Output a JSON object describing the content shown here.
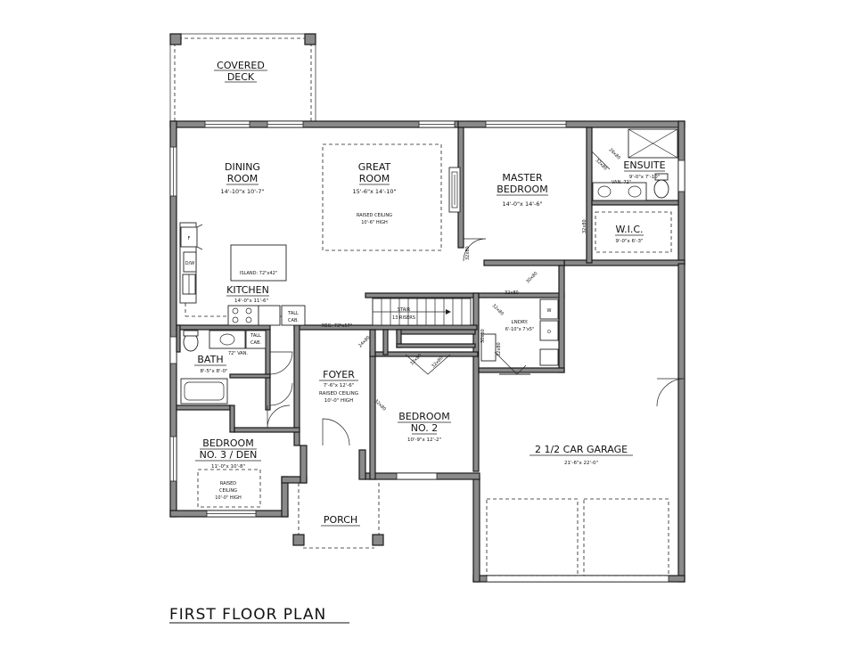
{
  "plan_title": "FIRST FLOOR PLAN",
  "rooms": {
    "covered_deck": {
      "line1": "COVERED",
      "line2": "DECK"
    },
    "dining_room": {
      "line1": "DINING",
      "line2": "ROOM",
      "dims": "14'-10\"x 10'-7\""
    },
    "great_room": {
      "line1": "GREAT",
      "line2": "ROOM",
      "dims": "15'-6\"x 14'-10\"",
      "note1": "RAISED CEILING",
      "note2": "10'-6\" HIGH"
    },
    "master_bedroom": {
      "line1": "MASTER",
      "line2": "BEDROOM",
      "dims": "14'-0\"x 14'-6\""
    },
    "ensuite": {
      "name": "ENSUITE",
      "dims": "9'-0\"x 7'-10\"",
      "vanity": "VAN. 72\""
    },
    "wic": {
      "name": "W.I.C.",
      "dims": "9'-0\"x 6'-3\""
    },
    "kitchen": {
      "name": "KITCHEN",
      "dims": "14'-0\"x 11'-6\"",
      "island": "ISLAND: 72\"x42\"",
      "tall_cab": "TALL",
      "tall_cab2": "CAB.",
      "fridge": "F",
      "dw": "D/W"
    },
    "ref": "REG: 73\"x57\"",
    "stair": {
      "line1": "STAIR",
      "line2": "13 RISERS"
    },
    "laundry": {
      "line1": "LNDRY.",
      "line2": "6'-10\"x 7'x5\"",
      "washer": "W",
      "dryer": "D"
    },
    "bath": {
      "name": "BATH",
      "dims": "8'-5\"x 8'-0\"",
      "vanity": "72\" VAN.",
      "tall_cab": "TALL",
      "tall_cab2": "CAB."
    },
    "foyer": {
      "name": "FOYER",
      "dims": "7'-6\"x 12'-6\"",
      "note1": "RAISED CEILING",
      "note2": "10'-0\" HIGH"
    },
    "bedroom2": {
      "line1": "BEDROOM",
      "line2": "NO. 2",
      "dims": "10'-9\"x 12'-2\""
    },
    "bedroom3": {
      "line1": "BEDROOM",
      "line2": "NO. 3 / DEN",
      "dims": "11'-0\"x 10'-8\"",
      "note1": "RAISED",
      "note2": "CEILING",
      "note3": "10'-0\" HIGH"
    },
    "garage": {
      "name": "2 1/2 CAR GARAGE",
      "dims": "21'-6\"x 22'-0\""
    },
    "porch": {
      "name": "PORCH"
    }
  },
  "door_sizes": {
    "d_ensuite_top": "28x80",
    "d_ensuite_side": "32x80",
    "d_wic": "32x80",
    "d_master": "32x80",
    "d_laundry_top": "32x80",
    "d_laundry_slant": "30x80",
    "d_laundry_corner": "32x80",
    "d_foyer_closet": "24x80",
    "d_bed2_closet_a": "32x80",
    "d_bed2_closet_b": "32x80",
    "d_bed2": "32x80",
    "d_laundry_side": "30x80",
    "d_garage_hall": "32x80"
  },
  "colors": {
    "wall": "#1a1a1a",
    "wall_fill": "#8a8a8a",
    "line": "#222222",
    "background": "#ffffff"
  }
}
